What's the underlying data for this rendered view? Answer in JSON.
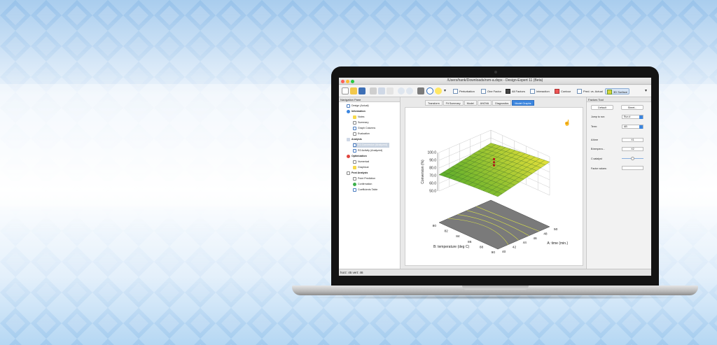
{
  "window": {
    "title": "/Users/hank/Downloads/rsm-a.dxpx - Design-Expert 11 (Beta)"
  },
  "toolbar": {
    "buttons": [
      {
        "label": "Perturbation",
        "icon": "perturbation-icon"
      },
      {
        "label": "One Factor",
        "icon": "one-factor-icon"
      },
      {
        "label": "All Factors",
        "icon": "all-factors-icon"
      },
      {
        "label": "Interaction",
        "icon": "interaction-icon"
      },
      {
        "label": "Contour",
        "icon": "contour-icon"
      },
      {
        "label": "Pred. vs. Actual",
        "icon": "pred-vs-actual-icon"
      },
      {
        "label": "3D Surface",
        "icon": "3d-surface-icon"
      }
    ]
  },
  "nav_pane": {
    "title": "Navigation Pane",
    "items": [
      {
        "label": "Design (Actual)"
      },
      {
        "label": "Information"
      },
      {
        "label": "Notes"
      },
      {
        "label": "Summary"
      },
      {
        "label": "Graph Columns"
      },
      {
        "label": "Evaluation"
      },
      {
        "label": "Analysis"
      },
      {
        "label": "R1:Conversion (Analyzed)"
      },
      {
        "label": "R2:Activity (Analyzed)"
      },
      {
        "label": "Optimization"
      },
      {
        "label": "Numerical"
      },
      {
        "label": "Graphical"
      },
      {
        "label": "Post Analysis"
      },
      {
        "label": "Point Prediction"
      },
      {
        "label": "Confirmation"
      },
      {
        "label": "Coefficients Table"
      }
    ]
  },
  "tabs": [
    "Transform",
    "Fit Summary",
    "Model",
    "ANOVA",
    "Diagnostics",
    "Model Graphs"
  ],
  "active_tab": "Model Graphs",
  "chart_data": {
    "type": "surface",
    "zlabel": "Conversion (%)",
    "xlabel": "A: time (min.)",
    "ylabel": "B: temperature (deg C)",
    "z_ticks": [
      "50.0",
      "60.0",
      "70.0",
      "80.0",
      "90.0",
      "100.0"
    ],
    "x_ticks": [
      "40",
      "42",
      "44",
      "46",
      "48",
      "50"
    ],
    "y_ticks": [
      "80",
      "82",
      "84",
      "86",
      "88",
      "90"
    ],
    "zlim": [
      50,
      100
    ],
    "xlim": [
      40,
      50
    ],
    "ylim": [
      80,
      90
    ],
    "design_points_above_surface": 3,
    "colors": {
      "low": "#5fae2b",
      "high": "#e8e23a",
      "contour_floor": "#7a7a7a",
      "points": "#b01818"
    }
  },
  "factors_tool": {
    "title": "Factors Tool",
    "default_label": "Default",
    "sheet_label": "Sheet...",
    "jump_to_run_label": "Jump to run:",
    "jump_to_run_value": "Run #",
    "term_label": "Term:",
    "term_value": "AB",
    "axis_label": "A:time",
    "axis_value": "X1",
    "b_label": "B:tempera...",
    "b_value": "X2",
    "c_label": "C:catalyst",
    "factor_values_label": "Factor values:"
  },
  "status": {
    "text": "horz: 45  vert: 46"
  }
}
